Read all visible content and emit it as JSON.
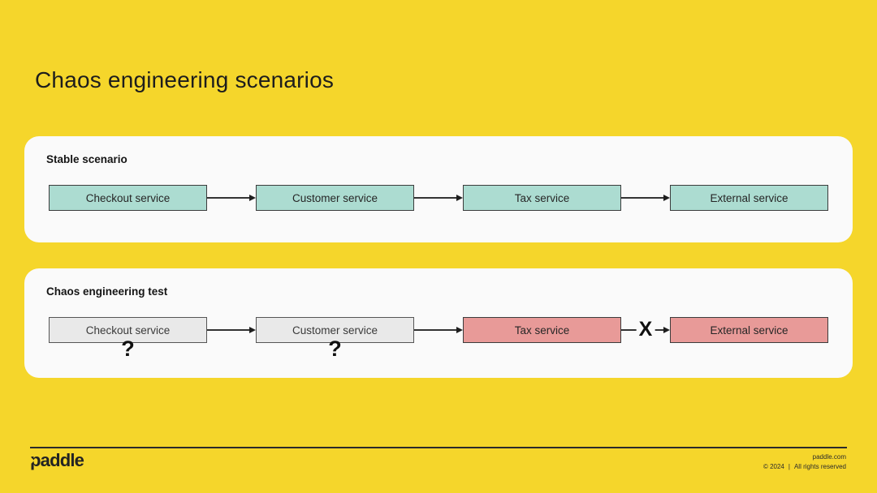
{
  "title": "Chaos engineering scenarios",
  "panels": [
    {
      "heading": "Stable scenario",
      "nodes": [
        {
          "label": "Checkout service",
          "status": "healthy"
        },
        {
          "label": "Customer service",
          "status": "healthy"
        },
        {
          "label": "Tax service",
          "status": "healthy"
        },
        {
          "label": "External service",
          "status": "healthy"
        }
      ]
    },
    {
      "heading": "Chaos engineering test",
      "broken_link_mark": "X",
      "nodes": [
        {
          "label": "Checkout service",
          "status": "unknown",
          "annotation": "?"
        },
        {
          "label": "Customer service",
          "status": "unknown",
          "annotation": "?"
        },
        {
          "label": "Tax service",
          "status": "failed"
        },
        {
          "label": "External service",
          "status": "failed"
        }
      ]
    }
  ],
  "footer": {
    "logo_text": "paddle",
    "website": "paddle.com",
    "copyright": "© 2024",
    "separator": "|",
    "rights": "All rights reserved"
  },
  "colors": {
    "background": "#F5D62B",
    "panel": "#FAFAFA",
    "healthy_fill": "#ACDCD1",
    "unknown_fill": "#E9E9E9",
    "failed_fill": "#E89A98",
    "text": "#1D1D1D"
  }
}
